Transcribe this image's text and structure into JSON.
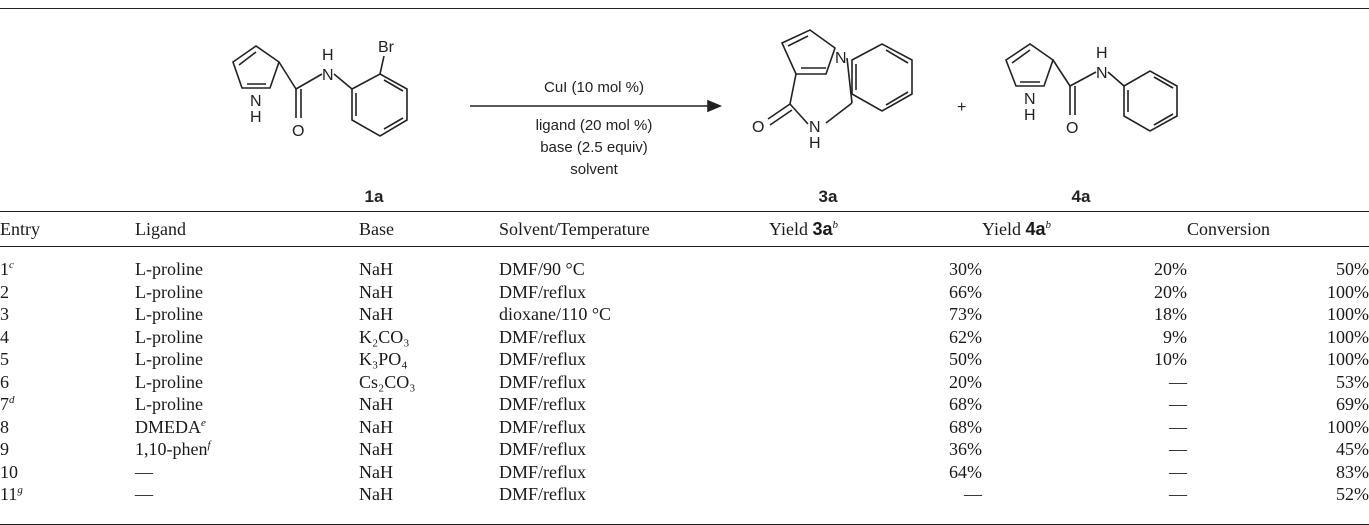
{
  "scheme": {
    "reagents_above": "CuI (10 mol %)",
    "reagents_below": [
      "ligand (20 mol %)",
      "base (2.5 equiv)",
      "solvent"
    ],
    "plus": "+",
    "compounds": [
      "1a",
      "3a",
      "4a"
    ],
    "atoms": {
      "br": "Br",
      "h": "H",
      "n": "N",
      "o": "O"
    }
  },
  "headers": {
    "entry": "Entry",
    "ligand": "Ligand",
    "base": "Base",
    "solvent": "Solvent/Temperature",
    "yield3_prefix": "Yield ",
    "yield3_cmpd": "3a",
    "yield3_note": "b",
    "yield4_prefix": "Yield ",
    "yield4_cmpd": "4a",
    "yield4_note": "b",
    "conversion": "Conversion"
  },
  "rows": [
    {
      "entry": "1",
      "note": "c",
      "ligand": "L-proline",
      "ligand_note": "",
      "base": "NaH",
      "solvent": "DMF/90 °C",
      "yield3": "30%",
      "yield4": "20%",
      "conversion": "50%"
    },
    {
      "entry": "2",
      "note": "",
      "ligand": "L-proline",
      "ligand_note": "",
      "base": "NaH",
      "solvent": "DMF/reflux",
      "yield3": "66%",
      "yield4": "20%",
      "conversion": "100%"
    },
    {
      "entry": "3",
      "note": "",
      "ligand": "L-proline",
      "ligand_note": "",
      "base": "NaH",
      "solvent": "dioxane/110 °C",
      "yield3": "73%",
      "yield4": "18%",
      "conversion": "100%"
    },
    {
      "entry": "4",
      "note": "",
      "ligand": "L-proline",
      "ligand_note": "",
      "base": "K₂CO₃",
      "solvent": "DMF/reflux",
      "yield3": "62%",
      "yield4": "9%",
      "conversion": "100%"
    },
    {
      "entry": "5",
      "note": "",
      "ligand": "L-proline",
      "ligand_note": "",
      "base": "K₃PO₄",
      "solvent": "DMF/reflux",
      "yield3": "50%",
      "yield4": "10%",
      "conversion": "100%"
    },
    {
      "entry": "6",
      "note": "",
      "ligand": "L-proline",
      "ligand_note": "",
      "base": "Cs₂CO₃",
      "solvent": "DMF/reflux",
      "yield3": "20%",
      "yield4": "—",
      "conversion": "53%"
    },
    {
      "entry": "7",
      "note": "d",
      "ligand": "L-proline",
      "ligand_note": "",
      "base": "NaH",
      "solvent": "DMF/reflux",
      "yield3": "68%",
      "yield4": "—",
      "conversion": "69%"
    },
    {
      "entry": "8",
      "note": "",
      "ligand": "DMEDA",
      "ligand_note": "e",
      "base": "NaH",
      "solvent": "DMF/reflux",
      "yield3": "68%",
      "yield4": "—",
      "conversion": "100%"
    },
    {
      "entry": "9",
      "note": "",
      "ligand": "1,10-phen",
      "ligand_note": "f",
      "base": "NaH",
      "solvent": "DMF/reflux",
      "yield3": "36%",
      "yield4": "—",
      "conversion": "45%"
    },
    {
      "entry": "10",
      "note": "",
      "ligand": "—",
      "ligand_note": "",
      "base": "NaH",
      "solvent": "DMF/reflux",
      "yield3": "64%",
      "yield4": "—",
      "conversion": "83%"
    },
    {
      "entry": "11",
      "note": "g",
      "ligand": "—",
      "ligand_note": "",
      "base": "NaH",
      "solvent": "DMF/reflux",
      "yield3": "—",
      "yield4": "—",
      "conversion": "52%"
    }
  ]
}
